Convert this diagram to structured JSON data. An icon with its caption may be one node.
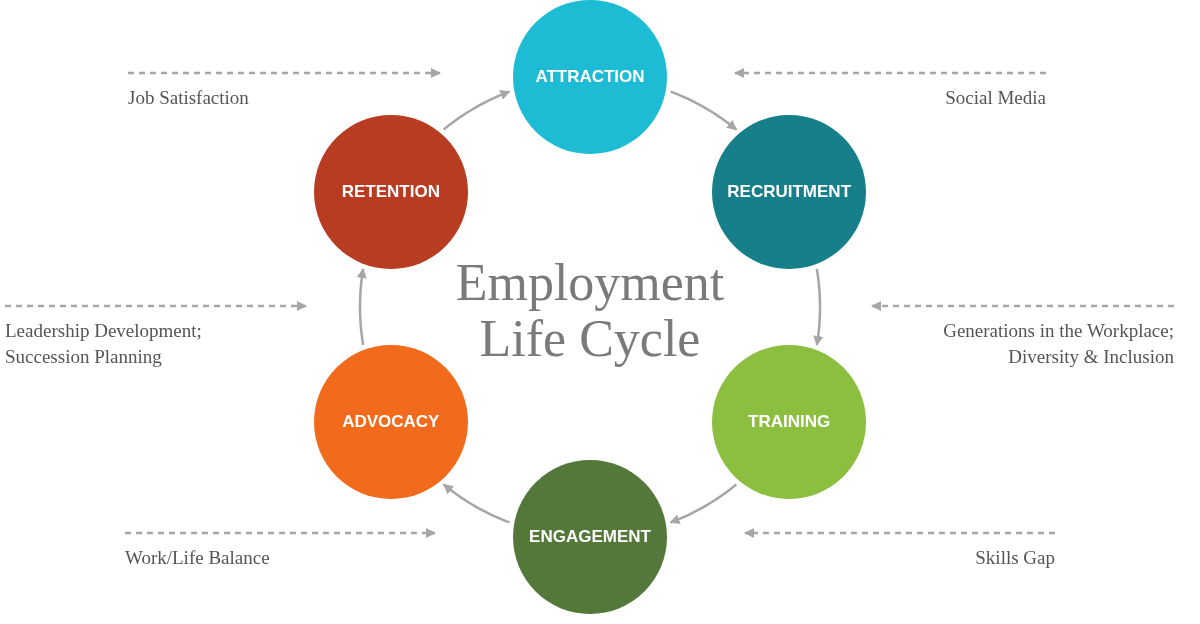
{
  "diagram": {
    "title": "Employment Life Cycle",
    "nodes": [
      {
        "text": [
          "ATTRACTION"
        ]
      },
      {
        "text": [
          "RECRUITMENT"
        ]
      },
      {
        "text": [
          "TRAINING"
        ]
      },
      {
        "text": [
          "ENGAGEMENT"
        ]
      },
      {
        "text": [
          "ADVOCACY"
        ]
      },
      {
        "text": [
          "RETENTION"
        ]
      },
      {
        "text": [
          "Job Satisfaction"
        ]
      },
      {
        "text": [
          "Social Media"
        ]
      },
      {
        "text": [
          "Leadership Development; Succession Planning"
        ]
      },
      {
        "text": [
          "Generations in the Workplace; Diversity & Inclusion"
        ]
      },
      {
        "text": [
          "Work/Life Balance"
        ]
      },
      {
        "text": [
          "Skills Gap"
        ]
      }
    ],
    "edges": [
      {
        "from": 0,
        "to": 1,
        "arrow": "to"
      },
      {
        "from": 1,
        "to": 2,
        "arrow": "to"
      },
      {
        "from": 2,
        "to": 3,
        "arrow": "to"
      },
      {
        "from": 3,
        "to": 4,
        "arrow": "to"
      },
      {
        "from": 4,
        "to": 5,
        "arrow": "to"
      },
      {
        "from": 5,
        "to": 0,
        "arrow": "to"
      },
      {
        "from": 6,
        "to": null,
        "arrow": "to",
        "style": "dashed"
      },
      {
        "from": 7,
        "to": null,
        "arrow": "to",
        "style": "dashed"
      },
      {
        "from": 8,
        "to": null,
        "arrow": "to",
        "style": "dashed"
      },
      {
        "from": 9,
        "to": null,
        "arrow": "to",
        "style": "dashed"
      },
      {
        "from": 10,
        "to": null,
        "arrow": "to",
        "style": "dashed"
      },
      {
        "from": 11,
        "to": null,
        "arrow": "to",
        "style": "dashed"
      }
    ]
  }
}
